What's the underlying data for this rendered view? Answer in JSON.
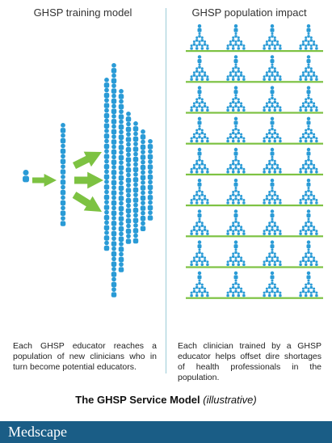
{
  "left_panel": {
    "title": "GHSP training model",
    "caption": "Each GHSP educator reaches a population of new clinicians who in turn become potential educators."
  },
  "right_panel": {
    "title": "GHSP population impact",
    "caption": "Each clinician trained by a GHSP educator helps offset dire shortages of health professionals in the population."
  },
  "model_title": "The GHSP Service Model",
  "model_title_suffix": "(illustrative)",
  "brand": "Medscape",
  "colors": {
    "figure": "#2a9bd6",
    "arrow": "#7dc242",
    "bar": "#7dc242",
    "divider": "#9ccbd6",
    "footer": "#1a5d86"
  }
}
